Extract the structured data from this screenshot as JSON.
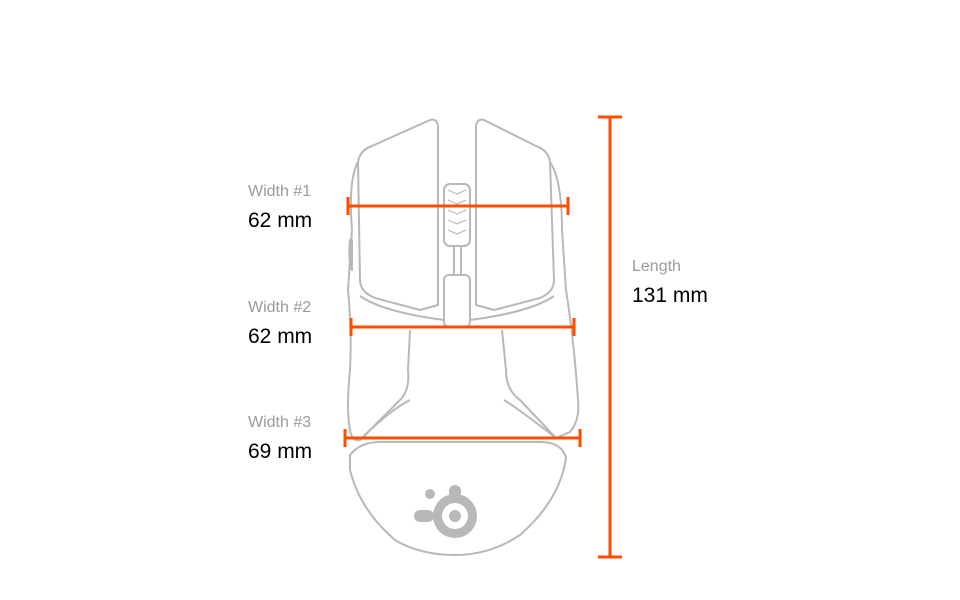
{
  "colors": {
    "accent": "#ff4d00",
    "outline": "#b8b8b8"
  },
  "icons": {
    "logo": "steelseries-logo-icon"
  },
  "dimensions": [
    {
      "label": "Width #1",
      "value": "62 mm"
    },
    {
      "label": "Width #2",
      "value": "62 mm"
    },
    {
      "label": "Width #3",
      "value": "69 mm"
    },
    {
      "label": "Length",
      "value": "131 mm"
    }
  ]
}
